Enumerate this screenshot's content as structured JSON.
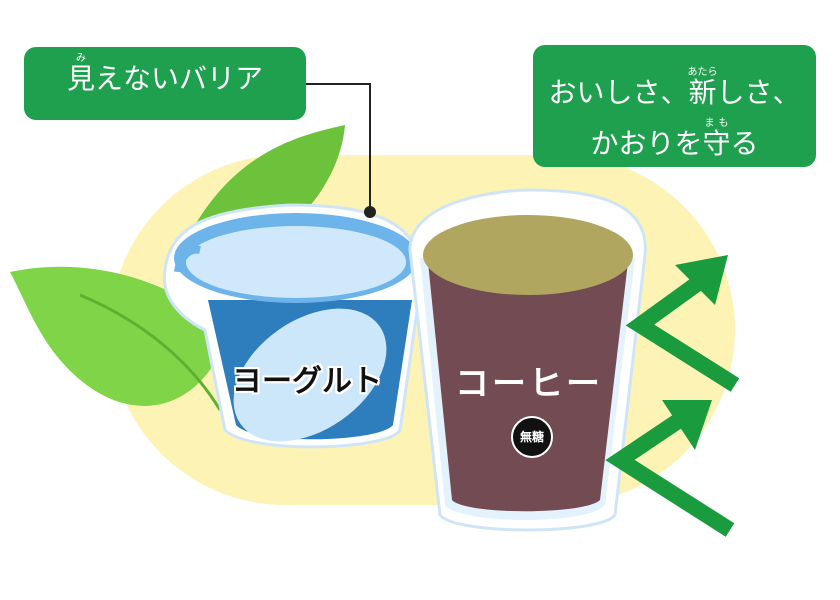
{
  "callouts": {
    "barrier": {
      "ruby_base": "見",
      "ruby_text": "み",
      "rest": "えないバリア"
    },
    "freshness": {
      "line1_pre": "おいしさ、",
      "line1_ruby_base": "新",
      "line1_ruby_text": "あたら",
      "line1_post": "しさ、",
      "line2_pre": "かおりを",
      "line2_ruby_base": "守",
      "line2_ruby_text": "まも",
      "line2_post": "る"
    }
  },
  "cups": {
    "yogurt_label": "ヨーグルト",
    "coffee_label": "コーヒー",
    "coffee_badge": "無糖"
  },
  "colors": {
    "green": "#1fa04f",
    "yellow": "#fdf3b5",
    "yogurt_blue": "#2e7dbd",
    "coffee_brown": "#734b52",
    "coffee_top": "#b0a660"
  }
}
